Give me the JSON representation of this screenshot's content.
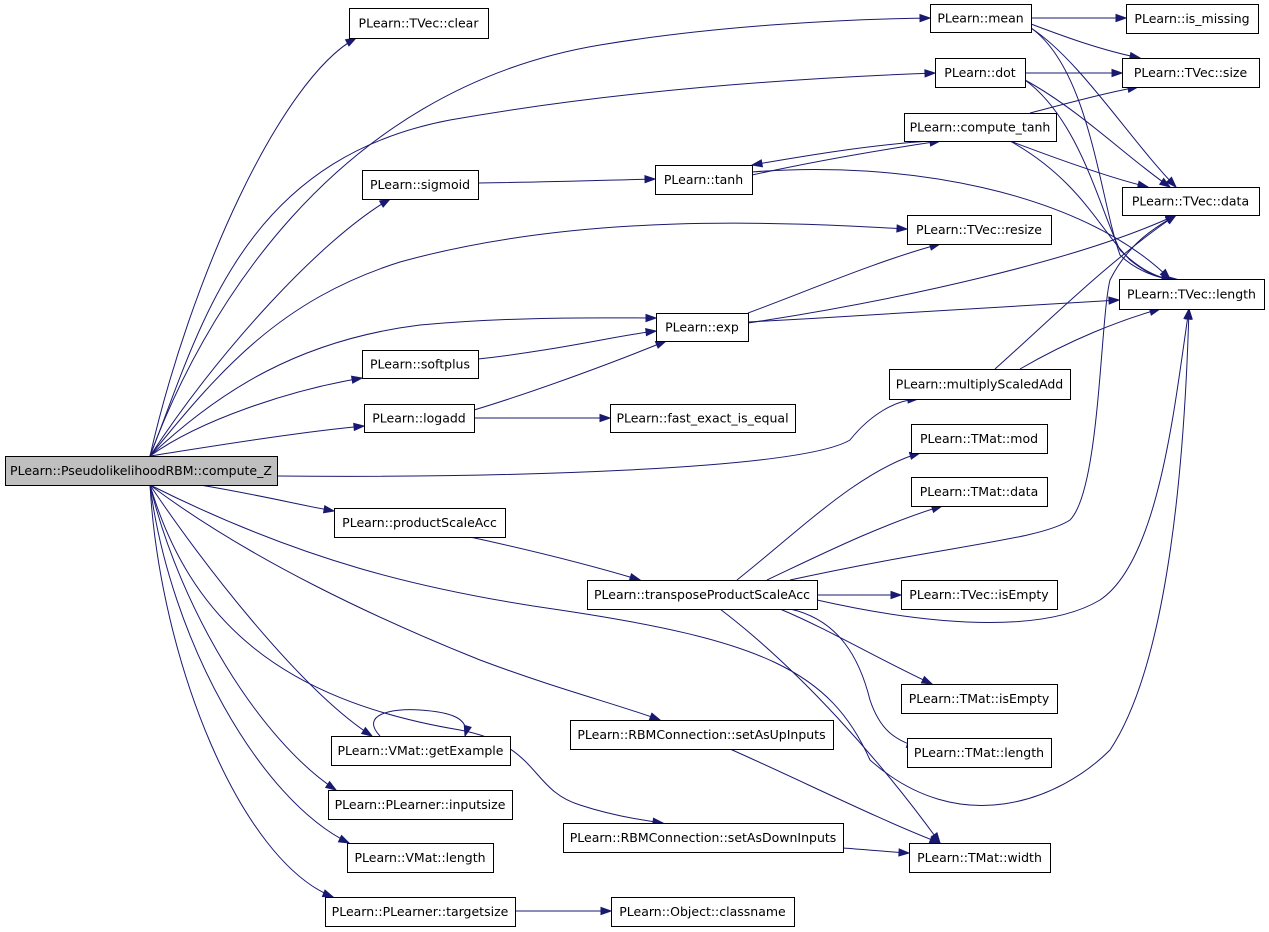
{
  "diagram": {
    "type": "call-graph",
    "colors": {
      "edge": "#191970",
      "node_border": "#000000",
      "node_fill": "#ffffff",
      "root_fill": "#bfbfbf"
    },
    "nodes": [
      {
        "id": "root",
        "label": "PLearn::PseudolikelihoodRBM::compute_Z",
        "root": true
      },
      {
        "id": "tvec_clear",
        "label": "PLearn::TVec::clear"
      },
      {
        "id": "mean",
        "label": "PLearn::mean"
      },
      {
        "id": "is_missing",
        "label": "PLearn::is_missing"
      },
      {
        "id": "dot",
        "label": "PLearn::dot"
      },
      {
        "id": "tvec_size",
        "label": "PLearn::TVec::size"
      },
      {
        "id": "compute_tanh",
        "label": "PLearn::compute_tanh"
      },
      {
        "id": "sigmoid",
        "label": "PLearn::sigmoid"
      },
      {
        "id": "tanh",
        "label": "PLearn::tanh"
      },
      {
        "id": "tvec_data",
        "label": "PLearn::TVec::data"
      },
      {
        "id": "tvec_resize",
        "label": "PLearn::TVec::resize"
      },
      {
        "id": "tvec_length",
        "label": "PLearn::TVec::length"
      },
      {
        "id": "exp",
        "label": "PLearn::exp"
      },
      {
        "id": "softplus",
        "label": "PLearn::softplus"
      },
      {
        "id": "multiplyScaledAdd",
        "label": "PLearn::multiplyScaledAdd"
      },
      {
        "id": "logadd",
        "label": "PLearn::logadd"
      },
      {
        "id": "fast_exact",
        "label": "PLearn::fast_exact_is_equal"
      },
      {
        "id": "tmat_mod",
        "label": "PLearn::TMat::mod"
      },
      {
        "id": "tmat_data",
        "label": "PLearn::TMat::data"
      },
      {
        "id": "productScaleAcc",
        "label": "PLearn::productScaleAcc"
      },
      {
        "id": "transposeProductScaleAcc",
        "label": "PLearn::transposeProductScaleAcc"
      },
      {
        "id": "tvec_isEmpty",
        "label": "PLearn::TVec::isEmpty"
      },
      {
        "id": "tmat_isEmpty",
        "label": "PLearn::TMat::isEmpty"
      },
      {
        "id": "setAsUpInputs",
        "label": "PLearn::RBMConnection::setAsUpInputs"
      },
      {
        "id": "vmat_getExample",
        "label": "PLearn::VMat::getExample"
      },
      {
        "id": "tmat_length",
        "label": "PLearn::TMat::length"
      },
      {
        "id": "plearner_inputsize",
        "label": "PLearn::PLearner::inputsize"
      },
      {
        "id": "setAsDownInputs",
        "label": "PLearn::RBMConnection::setAsDownInputs"
      },
      {
        "id": "tmat_width",
        "label": "PLearn::TMat::width"
      },
      {
        "id": "vmat_length",
        "label": "PLearn::VMat::length"
      },
      {
        "id": "plearner_targetsize",
        "label": "PLearn::PLearner::targetsize"
      },
      {
        "id": "object_classname",
        "label": "PLearn::Object::classname"
      }
    ],
    "edges": [
      {
        "from": "root",
        "to": "tvec_clear"
      },
      {
        "from": "root",
        "to": "mean"
      },
      {
        "from": "root",
        "to": "dot"
      },
      {
        "from": "root",
        "to": "sigmoid"
      },
      {
        "from": "root",
        "to": "tvec_resize"
      },
      {
        "from": "root",
        "to": "exp"
      },
      {
        "from": "root",
        "to": "softplus"
      },
      {
        "from": "root",
        "to": "logadd"
      },
      {
        "from": "root",
        "to": "multiplyScaledAdd"
      },
      {
        "from": "root",
        "to": "productScaleAcc"
      },
      {
        "from": "root",
        "to": "setAsUpInputs"
      },
      {
        "from": "root",
        "to": "vmat_getExample"
      },
      {
        "from": "root",
        "to": "plearner_inputsize"
      },
      {
        "from": "root",
        "to": "setAsDownInputs"
      },
      {
        "from": "root",
        "to": "vmat_length"
      },
      {
        "from": "root",
        "to": "plearner_targetsize"
      },
      {
        "from": "root",
        "to": "tvec_length"
      },
      {
        "from": "mean",
        "to": "is_missing"
      },
      {
        "from": "mean",
        "to": "tvec_size"
      },
      {
        "from": "mean",
        "to": "tvec_data"
      },
      {
        "from": "mean",
        "to": "tvec_length"
      },
      {
        "from": "dot",
        "to": "tvec_size"
      },
      {
        "from": "dot",
        "to": "tvec_data"
      },
      {
        "from": "dot",
        "to": "tvec_length"
      },
      {
        "from": "compute_tanh",
        "to": "tvec_size"
      },
      {
        "from": "compute_tanh",
        "to": "tvec_data"
      },
      {
        "from": "compute_tanh",
        "to": "tvec_length"
      },
      {
        "from": "compute_tanh",
        "to": "tanh"
      },
      {
        "from": "sigmoid",
        "to": "tanh"
      },
      {
        "from": "tanh",
        "to": "compute_tanh"
      },
      {
        "from": "tanh",
        "to": "tvec_length"
      },
      {
        "from": "exp",
        "to": "tvec_resize"
      },
      {
        "from": "exp",
        "to": "tvec_data"
      },
      {
        "from": "exp",
        "to": "tvec_length"
      },
      {
        "from": "softplus",
        "to": "exp"
      },
      {
        "from": "logadd",
        "to": "exp"
      },
      {
        "from": "logadd",
        "to": "fast_exact"
      },
      {
        "from": "multiplyScaledAdd",
        "to": "tvec_data"
      },
      {
        "from": "multiplyScaledAdd",
        "to": "tvec_length"
      },
      {
        "from": "productScaleAcc",
        "to": "transposeProductScaleAcc"
      },
      {
        "from": "transposeProductScaleAcc",
        "to": "tmat_mod"
      },
      {
        "from": "transposeProductScaleAcc",
        "to": "tmat_data"
      },
      {
        "from": "transposeProductScaleAcc",
        "to": "tvec_data"
      },
      {
        "from": "transposeProductScaleAcc",
        "to": "tvec_isEmpty"
      },
      {
        "from": "transposeProductScaleAcc",
        "to": "tvec_length"
      },
      {
        "from": "transposeProductScaleAcc",
        "to": "tmat_isEmpty"
      },
      {
        "from": "transposeProductScaleAcc",
        "to": "tmat_length"
      },
      {
        "from": "transposeProductScaleAcc",
        "to": "tmat_width"
      },
      {
        "from": "setAsUpInputs",
        "to": "tmat_width"
      },
      {
        "from": "setAsDownInputs",
        "to": "tmat_width"
      },
      {
        "from": "vmat_getExample",
        "to": "vmat_getExample"
      },
      {
        "from": "plearner_targetsize",
        "to": "object_classname"
      }
    ]
  }
}
